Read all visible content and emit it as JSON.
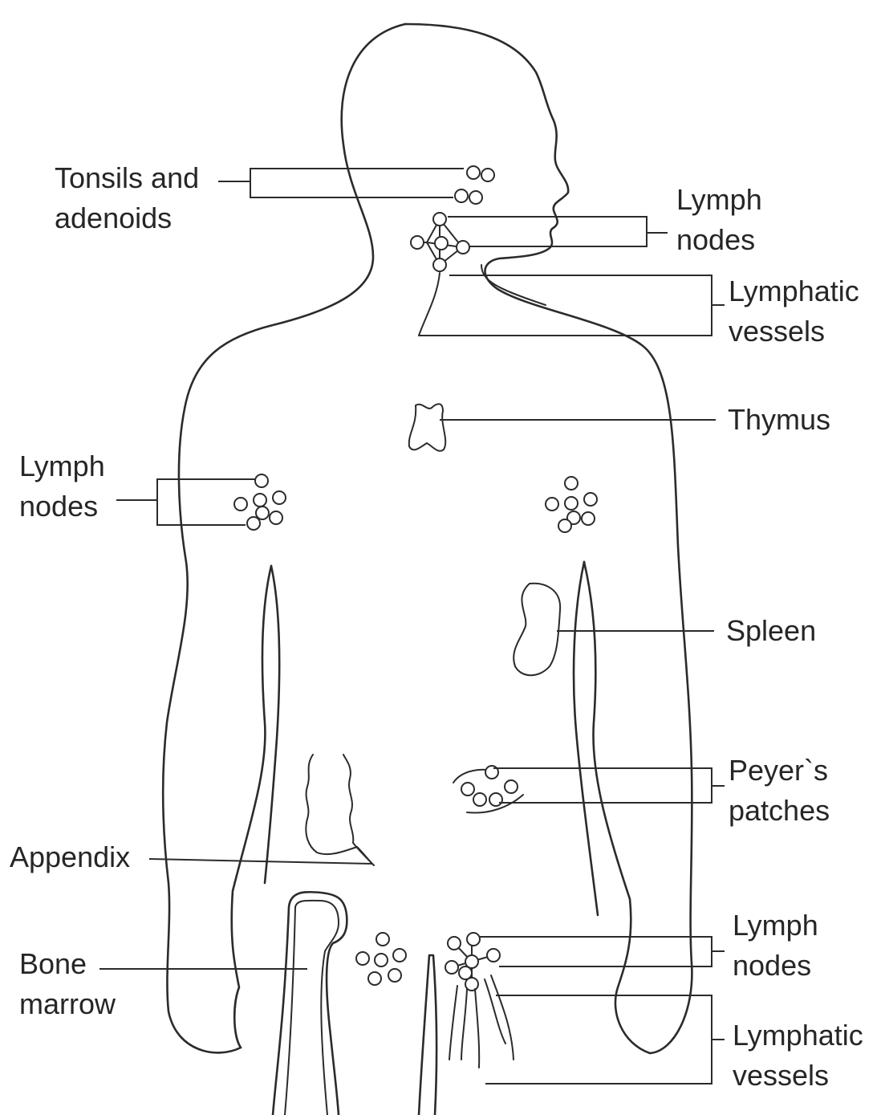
{
  "labels": {
    "tonsils": [
      "Tonsils and",
      "adenoids"
    ],
    "neck_lymph_nodes": [
      "Lymph",
      "nodes"
    ],
    "neck_lymphatic_vessels": [
      "Lymphatic",
      "vessels"
    ],
    "thymus": [
      "Thymus"
    ],
    "armpit_lymph_nodes": [
      "Lymph",
      "nodes"
    ],
    "spleen": [
      "Spleen"
    ],
    "peyers_patches": [
      "Peyer`s",
      "patches"
    ],
    "appendix": [
      "Appendix"
    ],
    "groin_lymph_nodes": [
      "Lymph",
      "nodes"
    ],
    "bone_marrow": [
      "Bone",
      "marrow"
    ],
    "groin_lymphatic_vessels": [
      "Lymphatic",
      "vessels"
    ]
  },
  "colors": {
    "line": "#2b2b2b",
    "text": "#262626",
    "background": "#ffffff"
  }
}
